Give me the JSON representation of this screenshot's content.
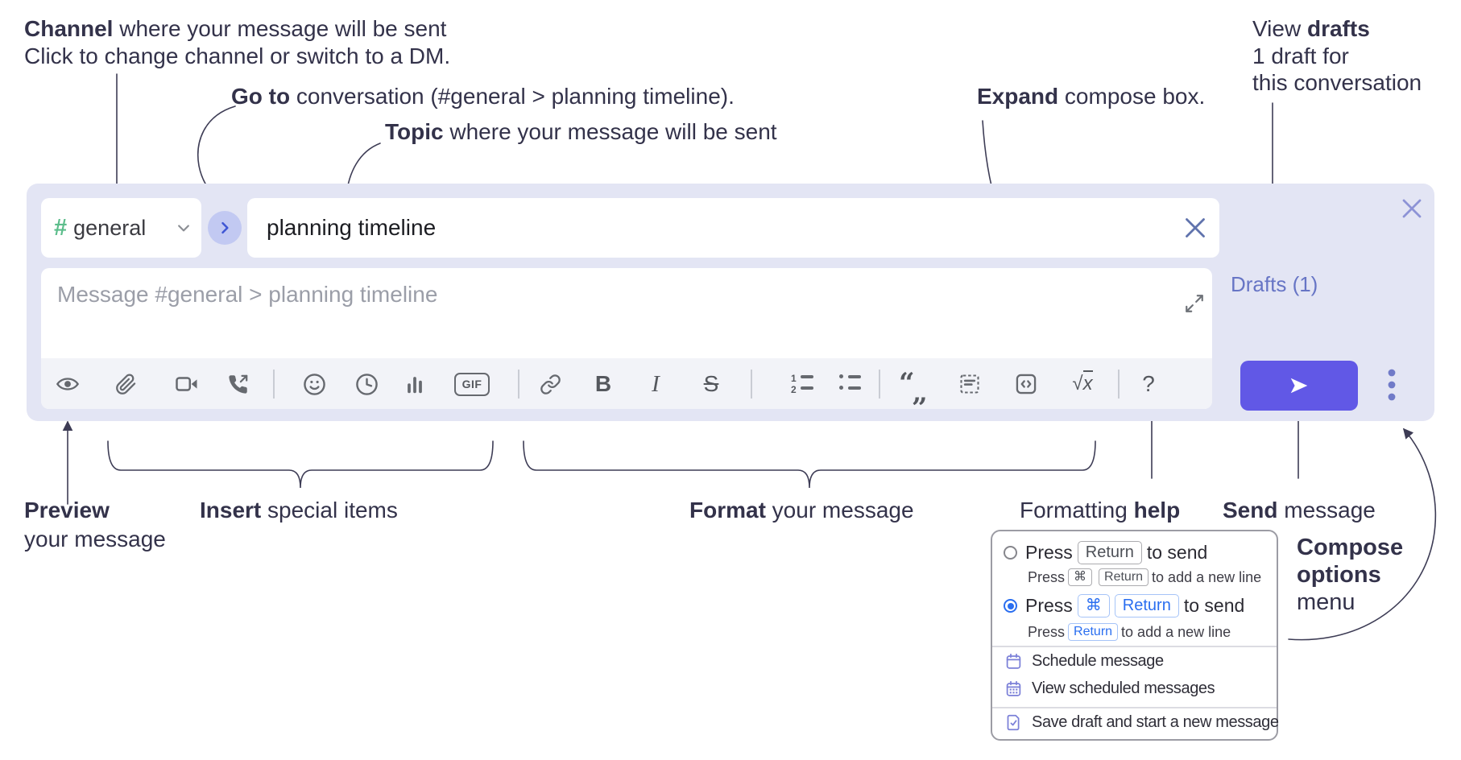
{
  "annotations": {
    "channel": {
      "bold": "Channel",
      "rest": " where your message will be sent",
      "italic": "Click to change channel or switch to a DM."
    },
    "goto": {
      "bold": "Go to",
      "rest": " conversation (#general > planning timeline)."
    },
    "topic": {
      "bold": "Topic",
      "rest": " where your message will be sent"
    },
    "expand": {
      "bold": "Expand",
      "rest": " compose box."
    },
    "drafts": {
      "pre": "View ",
      "bold": "drafts",
      "italic1": "1 draft for",
      "italic2": "this conversation"
    },
    "preview": {
      "bold": "Preview",
      "line2": "your message"
    },
    "insert": {
      "bold": "Insert",
      "rest": " special items"
    },
    "format": {
      "bold": "Format",
      "rest": " your message"
    },
    "formatting_help": {
      "pre": "Formatting ",
      "bold": "help"
    },
    "send": {
      "bold": "Send",
      "rest": " message"
    },
    "compose_options": {
      "line1": "Compose",
      "line2": "options",
      "line3": "menu"
    }
  },
  "compose": {
    "channel_hash": "#",
    "channel_name": "general",
    "topic_value": "planning timeline",
    "message_placeholder": "Message #general > planning timeline",
    "drafts_label": "Drafts (1)"
  },
  "glyphs": {
    "gif": "GIF",
    "bold": "B",
    "italic": "I",
    "strike": "S",
    "sqrt": "√",
    "x": "x",
    "help": "?",
    "quote_open": "“",
    "quote_close": "„",
    "num1": "1",
    "num2": "2",
    "cmd": "⌘"
  },
  "popup": {
    "option1": {
      "press": "Press",
      "key": "Return",
      "suffix": "to send",
      "sub": {
        "press": "Press",
        "key1": "⌘",
        "key2": "Return",
        "suffix": "to add a new line"
      }
    },
    "option2": {
      "press": "Press",
      "key1": "⌘",
      "key2": "Return",
      "suffix": "to send",
      "sub": {
        "press": "Press",
        "key": "Return",
        "suffix": "to add a new line"
      }
    },
    "items": [
      {
        "label": "Schedule message"
      },
      {
        "label": "View scheduled messages"
      },
      {
        "label": "Save draft and start a new message"
      }
    ]
  },
  "colors": {
    "compose_bg": "#e3e5f4",
    "toolbar_bg": "#f2f3f8",
    "icon_gray": "#66696f",
    "hash_green": "#5cbd8b",
    "goto_circle": "#c2c9f2",
    "goto_arrow": "#3f56d4",
    "drafts_link": "#6775c5",
    "send_button": "#6158e6",
    "dots": "#707ac8",
    "annotation_text": "#33324a",
    "radio_blue": "#2a6ef0",
    "menu_icon_purple": "#7b80d8"
  }
}
